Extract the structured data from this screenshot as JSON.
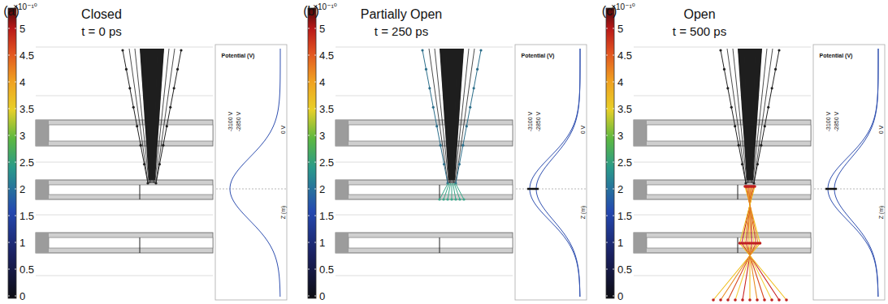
{
  "diagram": {
    "labels": [
      "(a)",
      "Closed",
      "t = 0 ps",
      "×10⁻¹⁰",
      "5",
      "4.5",
      "4",
      "3.5",
      "3",
      "2.5",
      "2",
      "1.5",
      "1",
      "0.5",
      "0",
      "Potential (V)",
      "-3100 V",
      "-2850 V",
      "0 V",
      "Z (m)",
      "(b)",
      "Partially Open",
      "t = 250 ps",
      "×10⁻¹⁰",
      "5",
      "4.5",
      "4",
      "3.5",
      "3",
      "2.5",
      "2",
      "1.5",
      "1",
      "0.5",
      "0",
      "Potential (V)",
      "-3100 V",
      "-2850 V",
      "0 V",
      "Z (m)",
      "(c)",
      "Open",
      "t = 500 ps",
      "×10⁻¹⁰",
      "5",
      "4.5",
      "4",
      "3.5",
      "3",
      "2.5",
      "2",
      "1.5",
      "1",
      "0.5",
      "0",
      "Potential (V)",
      "-3100 V",
      "-2850 V",
      "0 V",
      "Z (m)"
    ]
  }
}
